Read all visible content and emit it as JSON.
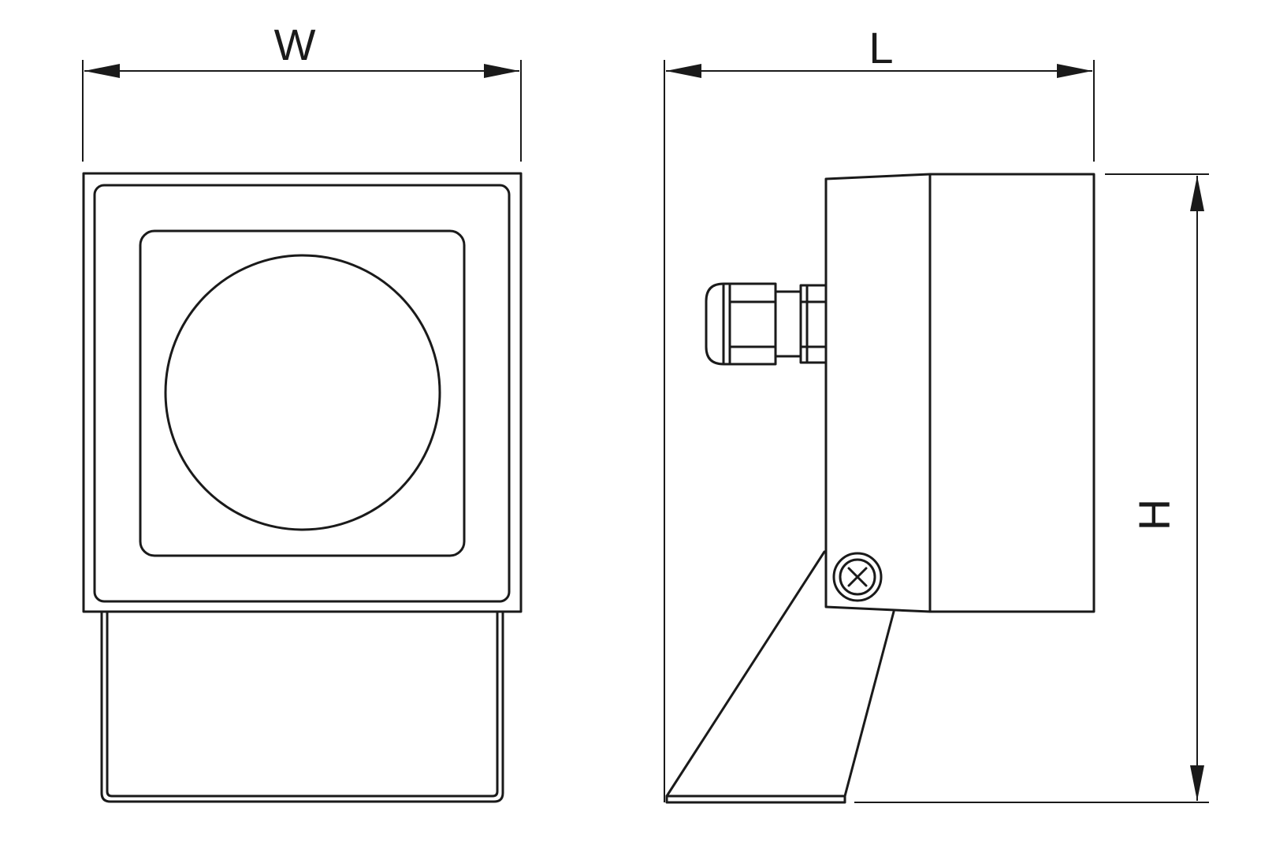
{
  "dimensions": {
    "width_label": "W",
    "length_label": "L",
    "height_label": "H"
  },
  "colors": {
    "line": "#1a1a1a",
    "background": "#ffffff"
  },
  "icons": {
    "screw": "cross-screw-icon"
  }
}
